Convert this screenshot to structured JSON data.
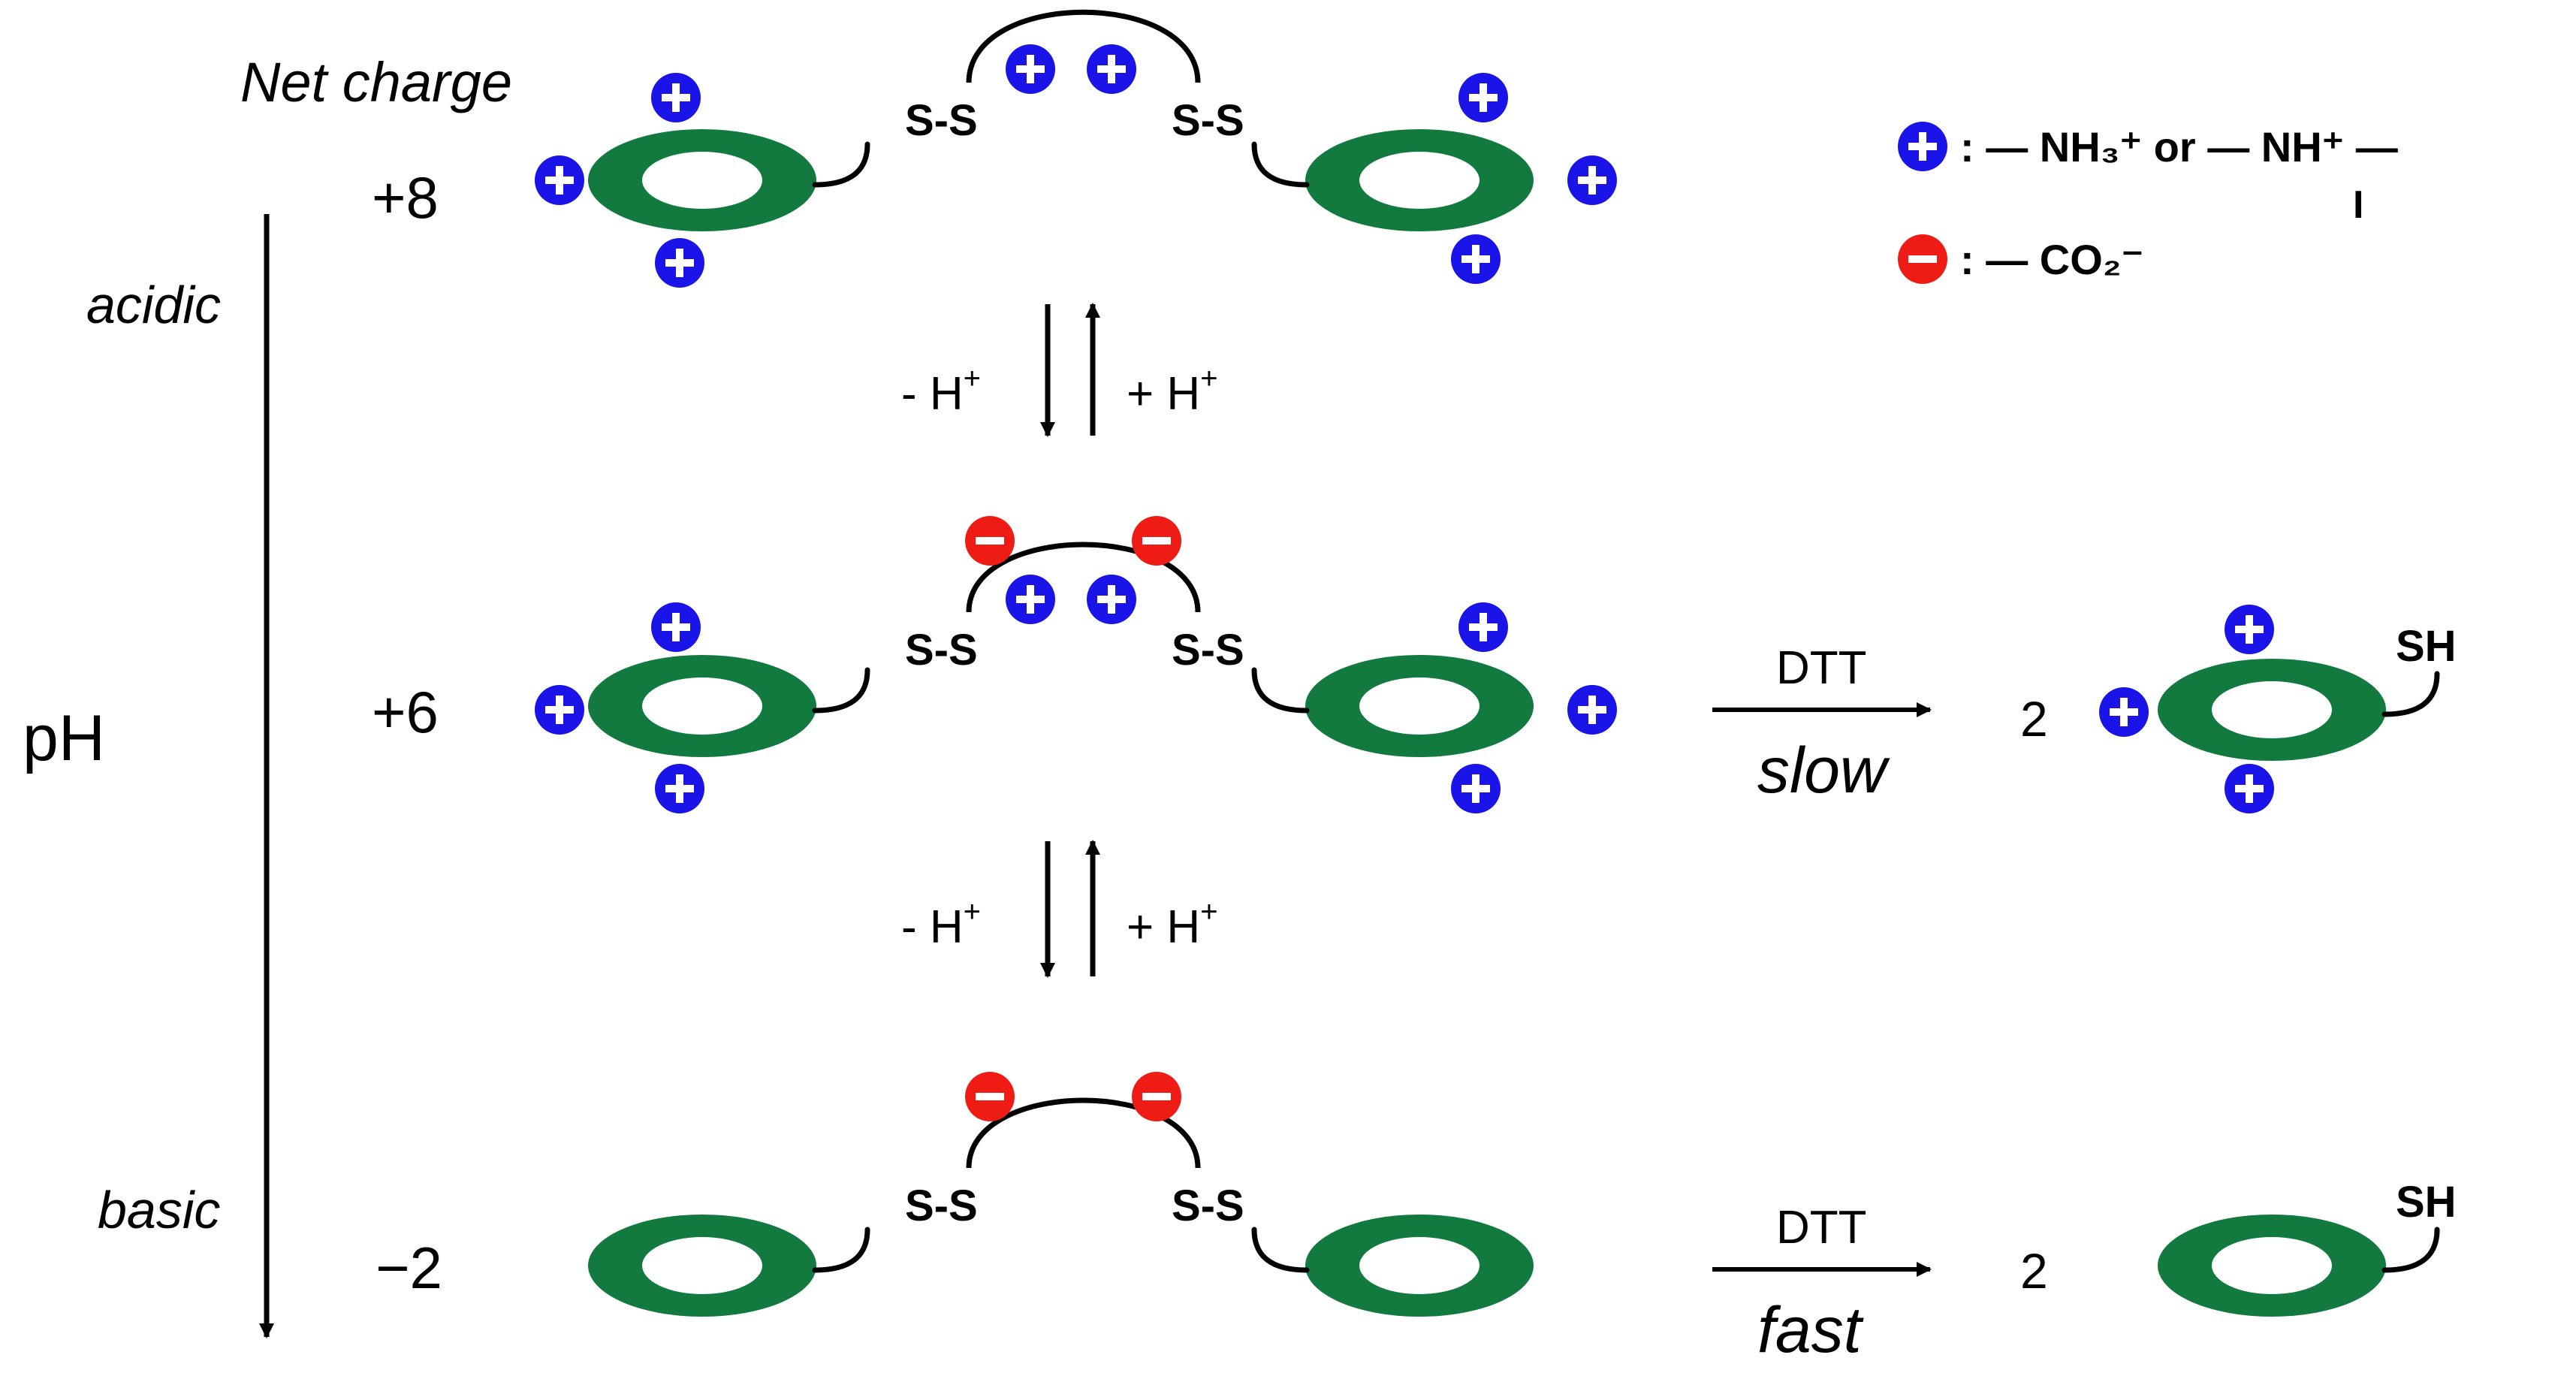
{
  "labels": {
    "net_charge": "Net charge",
    "acidic": "acidic",
    "basic": "basic",
    "ph": "pH",
    "charge_top": "+8",
    "charge_mid": "+6",
    "charge_bot": "−2",
    "ss": "S-S",
    "sh": "SH",
    "minus_h": "- H",
    "plus_h": "+ H",
    "plus_sup": "+",
    "dtt": "DTT",
    "slow": "slow",
    "fast": "fast",
    "stoich": "2"
  },
  "legend": {
    "pos_text": ": — NH₃⁺  or  — NH⁺ —",
    "pos_sub_mark": "I",
    "neg_text": ": — CO₂⁻"
  },
  "colors": {
    "ring": "#127a3f",
    "positive": "#1a14e8",
    "negative": "#ee1c14",
    "line": "#000000"
  }
}
